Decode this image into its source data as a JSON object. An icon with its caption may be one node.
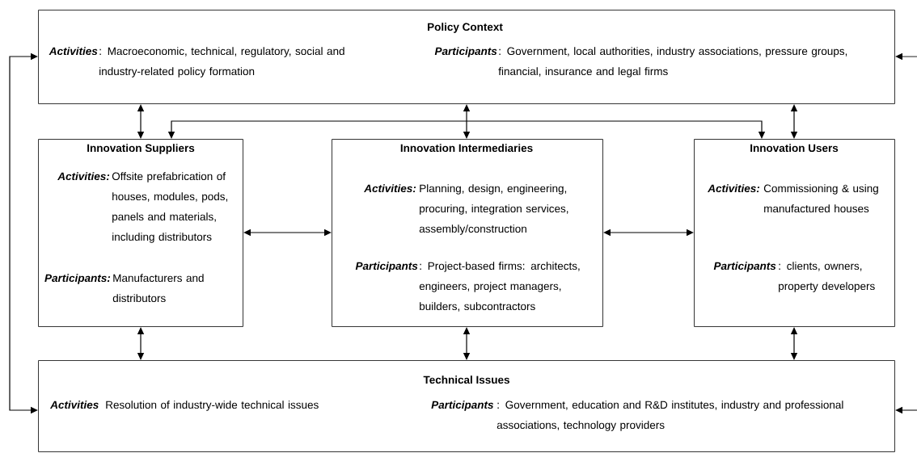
{
  "diagram": {
    "nodes": [
      {
        "text": [
          "Policy Context",
          "Activities",
          ": Macroeconomic, technical, regulatory, social and industry-related policy formation",
          "Participants",
          ": Government, local authorities, industry associations, pressure groups, financial, insurance and legal firms"
        ]
      },
      {
        "text": [
          "Innovation Suppliers",
          "Activities:",
          "Offsite prefabrication of houses, modules, pods, panels and materials, including distributors",
          "Participants:",
          "Manufacturers and distributors"
        ]
      },
      {
        "text": [
          "Innovation Intermediaries",
          "Activities:",
          "Planning, design, engineering, procuring, integration services, assembly/construction",
          "Participants",
          ": Project-based firms: architects, engineers, project managers, builders, subcontractors"
        ]
      },
      {
        "text": [
          "Innovation Users",
          "Activities:",
          "Commissioning & using manufactured houses",
          "Participants",
          ": clients, owners, property developers"
        ]
      },
      {
        "text": [
          "Technical Issues",
          "Activities",
          "Resolution of industry-wide technical issues",
          "Participants",
          ": Government, education and R&D institutes, industry and professional associations, technology providers"
        ]
      }
    ],
    "edges": [
      {
        "from": 0,
        "to": 1,
        "arrow": "both"
      },
      {
        "from": 0,
        "to": 2,
        "arrow": "both"
      },
      {
        "from": 0,
        "to": 3,
        "arrow": "both"
      },
      {
        "from": 1,
        "to": 3,
        "arrow": "both"
      },
      {
        "from": 1,
        "to": 2,
        "arrow": "both"
      },
      {
        "from": 2,
        "to": 3,
        "arrow": "both"
      },
      {
        "from": 1,
        "to": 4,
        "arrow": "both"
      },
      {
        "from": 2,
        "to": 4,
        "arrow": "both"
      },
      {
        "from": 3,
        "to": 4,
        "arrow": "both"
      },
      {
        "from": 4,
        "to": 0,
        "arrow": "both"
      },
      {
        "from": null,
        "to": 0,
        "arrow": "to"
      },
      {
        "from": null,
        "to": 4,
        "arrow": "to"
      }
    ]
  }
}
